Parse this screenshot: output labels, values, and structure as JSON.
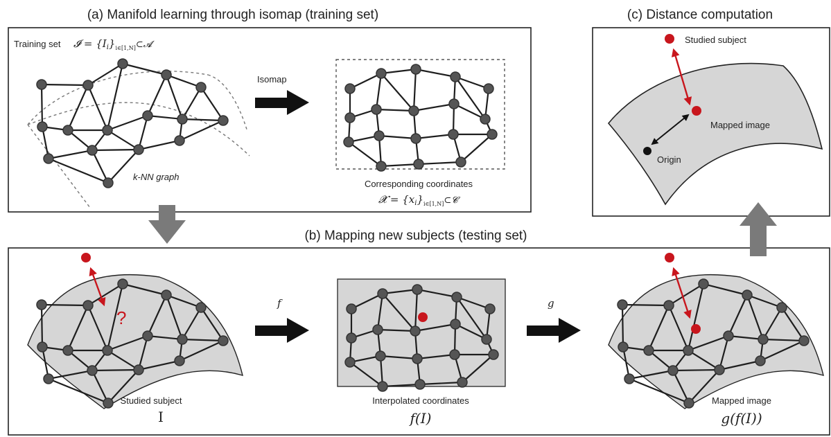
{
  "panel_a": {
    "title": "(a) Manifold learning through isomap (training set)",
    "training_set_label": "Training set",
    "training_set_formula": "𝓘 = {I",
    "training_set_sub": "i",
    "training_set_rest": "}",
    "training_set_index": "i∈[1,N]",
    "training_set_subset": "⊂𝓐",
    "knn_label": "k-NN graph",
    "isomap_label": "Isomap",
    "coords_label": "Corresponding coordinates",
    "coords_formula": "𝓧 = {x",
    "coords_sub": "i",
    "coords_rest": "}",
    "coords_index": "i∈[1,N]",
    "coords_subset": "⊂𝓒"
  },
  "panel_b": {
    "title": "(b) Mapping new subjects (testing set)",
    "question_mark": "?",
    "f_label": "f",
    "g_label": "g",
    "studied_subject_label": "Studied subject",
    "studied_subject_symbol": "I",
    "interpolated_label": "Interpolated coordinates",
    "interpolated_symbol": "f(I)",
    "mapped_label": "Mapped image",
    "mapped_symbol": "g(f(I))"
  },
  "panel_c": {
    "title": "(c) Distance computation",
    "studied_subject_label": "Studied subject",
    "mapped_image_label": "Mapped image",
    "origin_label": "Origin"
  },
  "colors": {
    "red": "#c8161d",
    "node": "#555555",
    "manifold_fill": "#d6d6d6",
    "arrow_black": "#111111",
    "arrow_gray": "#7a7a7a"
  }
}
